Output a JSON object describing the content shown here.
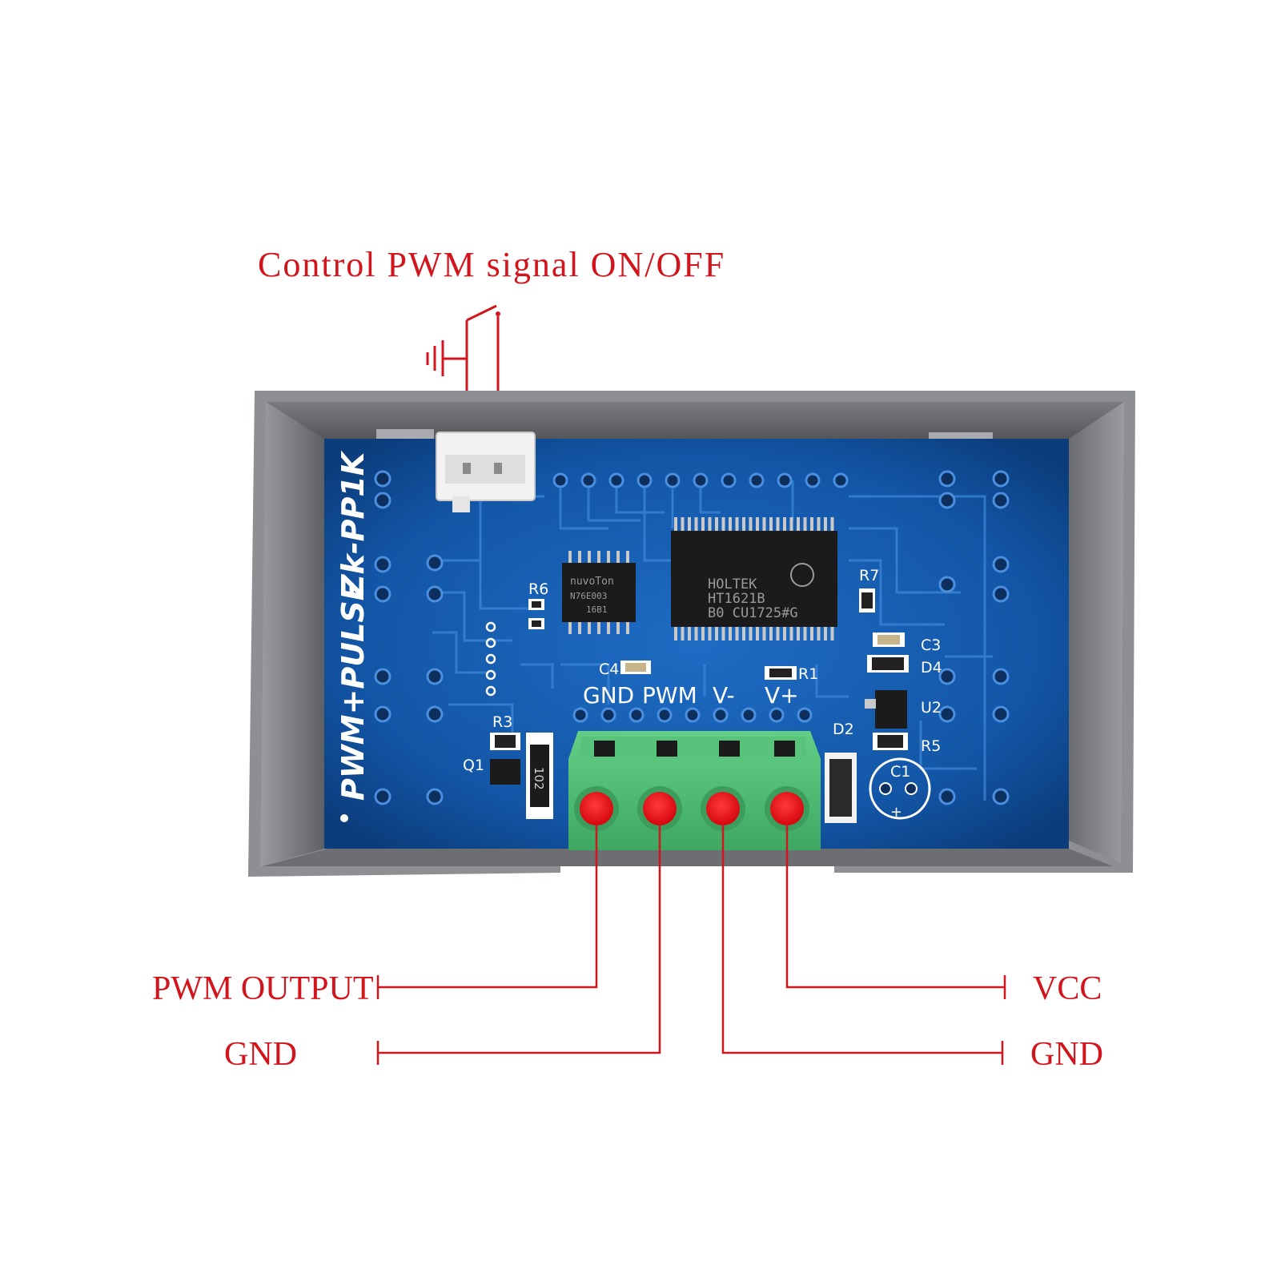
{
  "annotations": {
    "top_label": "Control PWM signal ON/OFF",
    "left_top": "PWM OUTPUT",
    "left_bottom": "GND",
    "right_top": "VCC",
    "right_bottom": "GND"
  },
  "board": {
    "model": "Zk-PP1K",
    "name": "PWM+PULSE",
    "terminal_labels": [
      "GND",
      "PWM",
      "V-",
      "V+"
    ],
    "chips": {
      "mcu": [
        "nuvoTon",
        "N76E003",
        "16B1"
      ],
      "driver": [
        "HOLTEK",
        "HT1621B",
        "B0 CU1725#G"
      ],
      "resistor_marking": "102"
    },
    "component_labels": {
      "r1": "R1",
      "r3": "R3",
      "r5": "R5",
      "r6": "R6",
      "r7": "R7",
      "c1": "C1",
      "c3": "C3",
      "c4": "C4",
      "d2": "D2",
      "d4": "D4",
      "q1": "Q1",
      "u2": "U2"
    }
  },
  "colors": {
    "annotation_red": "#d2141c",
    "pcb_blue": "#1356a6",
    "terminal_green": "#4fbf73",
    "housing_gray": "#8d8f93",
    "terminal_dot": "#e8121b"
  }
}
